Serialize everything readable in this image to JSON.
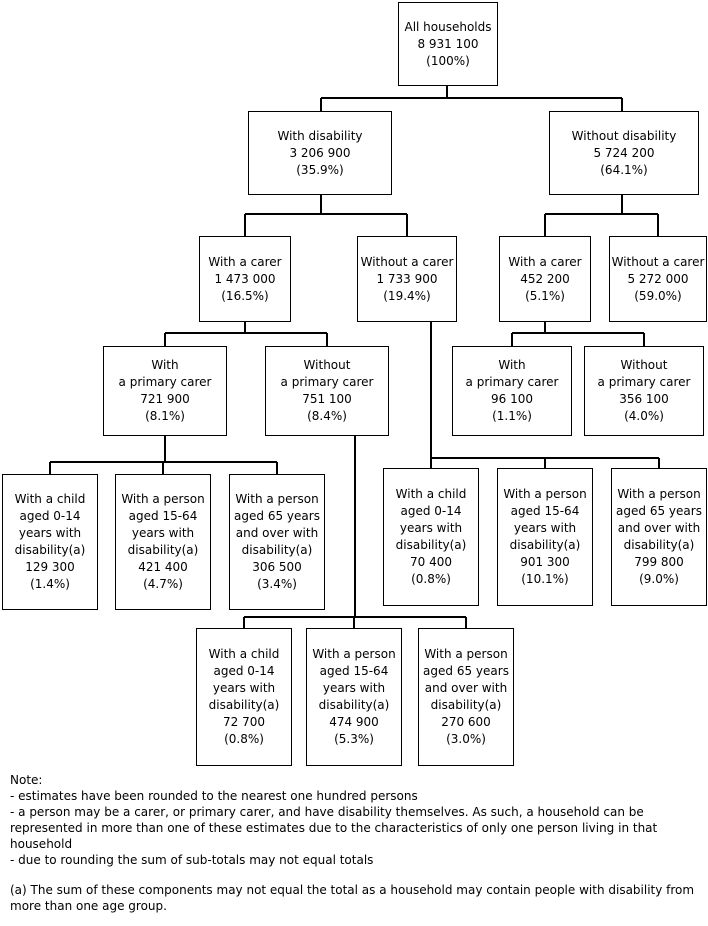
{
  "nodes": [
    {
      "id": "all",
      "lines": [
        "All households",
        "8 931 100",
        "(100%)"
      ]
    },
    {
      "id": "wd",
      "lines": [
        "With disability",
        "3 206 900",
        "(35.9%)"
      ]
    },
    {
      "id": "wod",
      "lines": [
        "Without disability",
        "5 724 200",
        "(64.1%)"
      ]
    },
    {
      "id": "wd-wc",
      "lines": [
        "With a carer",
        "1 473 000",
        "(16.5%)"
      ]
    },
    {
      "id": "wd-woc",
      "lines": [
        "Without a carer",
        "1 733 900",
        "(19.4%)"
      ]
    },
    {
      "id": "wod-wc",
      "lines": [
        "With a carer",
        "452 200",
        "(5.1%)"
      ]
    },
    {
      "id": "wod-woc",
      "lines": [
        "Without a carer",
        "5 272 000",
        "(59.0%)"
      ]
    },
    {
      "id": "wd-wpc",
      "lines": [
        "With",
        "a primary carer",
        "721 900",
        "(8.1%)"
      ]
    },
    {
      "id": "wd-wopc",
      "lines": [
        "Without",
        "a primary carer",
        "751 100",
        "(8.4%)"
      ]
    },
    {
      "id": "wod-wpc",
      "lines": [
        "With",
        "a primary carer",
        "96 100",
        "(1.1%)"
      ]
    },
    {
      "id": "wod-wopc",
      "lines": [
        "Without",
        "a primary carer",
        "356 100",
        "(4.0%)"
      ]
    },
    {
      "id": "pc-child",
      "lines": [
        "With a child",
        "aged 0-14",
        "years with",
        "disability(a)",
        "129 300",
        "(1.4%)"
      ]
    },
    {
      "id": "pc-1564",
      "lines": [
        "With a person",
        "aged 15-64",
        "years with",
        "disability(a)",
        "421 400",
        "(4.7%)"
      ]
    },
    {
      "id": "pc-65",
      "lines": [
        "With a person",
        "aged 65 years",
        "and over with",
        "disability(a)",
        "306 500",
        "(3.4%)"
      ]
    },
    {
      "id": "woc-child",
      "lines": [
        "With a child",
        "aged 0-14",
        "years with",
        "disability(a)",
        "70 400",
        "(0.8%)"
      ]
    },
    {
      "id": "woc-1564",
      "lines": [
        "With a person",
        "aged 15-64",
        "years with",
        "disability(a)",
        "901 300",
        "(10.1%)"
      ]
    },
    {
      "id": "woc-65",
      "lines": [
        "With a person",
        "aged 65 years",
        "and over with",
        "disability(a)",
        "799 800",
        "(9.0%)"
      ]
    },
    {
      "id": "wopc-child",
      "lines": [
        "With a child",
        "aged 0-14",
        "years with",
        "disability(a)",
        "72 700",
        "(0.8%)"
      ]
    },
    {
      "id": "wopc-1564",
      "lines": [
        "With a person",
        "aged 15-64",
        "years with",
        "disability(a)",
        "474 900",
        "(5.3%)"
      ]
    },
    {
      "id": "wopc-65",
      "lines": [
        "With a person",
        "aged 65 years",
        "and over with",
        "disability(a)",
        "270 600",
        "(3.0%)"
      ]
    }
  ],
  "notes": {
    "heading": "Note:",
    "items": [
      "- estimates have been rounded to the nearest one hundred persons",
      "- a person may be a carer, or primary carer, and have disability themselves. As such, a household can be represented in more than one of these estimates due to the characteristics of only one person living in that household",
      "- due to rounding the sum of sub-totals may not equal totals"
    ],
    "footnote": "(a) The sum of these components may not equal the total as a household may contain people with disability from more than one age group."
  }
}
